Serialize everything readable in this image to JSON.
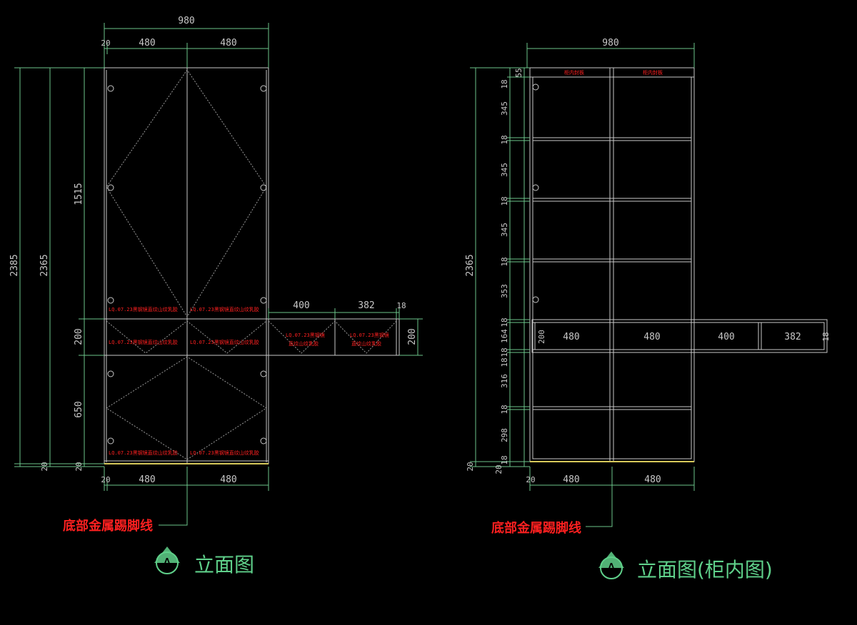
{
  "colors": {
    "background": "#000000",
    "line": "#c8c8c8",
    "dimension": "#6cc58a",
    "red_label": "#ff2020",
    "title": "#5fd08a",
    "kick": "#d6c85a"
  },
  "left_view": {
    "top_dims": {
      "total": "980",
      "edge": "20",
      "left_half": "480",
      "right_half": "480"
    },
    "left_dims": {
      "overall_outer": "2385",
      "overall_inner": "2365",
      "upper": "1515",
      "middle": "200",
      "lower": "650",
      "bottom_a": "20",
      "bottom_b": "20"
    },
    "side_box": {
      "width_a": "400",
      "width_b": "382",
      "end": "18",
      "height": "200"
    },
    "bottom_dims": {
      "edge": "20",
      "left_half": "480",
      "right_half": "480"
    },
    "labels": {
      "upper_left": "LQ.07.23黑钢镜直纹山纹乳胶",
      "upper_right": "LQ.07.23黑钢镜直纹山纹乳胶",
      "mid_left": "LQ.07.23黑钢镜直纹山纹乳胶",
      "mid_right": "LQ.07.23黑钢镜直纹山纹乳胶",
      "box_left_1": "LQ.07.23黑钢镜",
      "box_left_2": "直纹山纹乳胶",
      "box_right_1": "LQ.07.23黑钢镜",
      "box_right_2": "直纹山纹乳胶",
      "bottom_left": "LQ.07.23黑钢镜直纹山纹乳胶",
      "bottom_right": "LQ.07.23黑钢镜直纹山纹乳胶"
    },
    "kick_label": "底部金属踢脚线",
    "title_letter": "A",
    "title": "立面图"
  },
  "right_view": {
    "top_dims": {
      "total": "980"
    },
    "top_labels": {
      "left": "柜内封板",
      "right": "柜内封板"
    },
    "left_dims": {
      "overall": "2365",
      "d55": "55",
      "d18a": "18",
      "d345a": "345",
      "d18b": "18",
      "d345b": "345",
      "d18c": "18",
      "d345c": "345",
      "d18d": "18",
      "d353": "353",
      "d18e": "18",
      "d164": "164",
      "d18f": "18",
      "d18g": "18",
      "d316": "316",
      "d18h": "18",
      "d298": "298",
      "d18i": "18",
      "d20a": "20",
      "d20b": "20"
    },
    "shelf_dims": {
      "h": "200",
      "w1": "480",
      "w2": "480",
      "w3": "400",
      "w4": "382",
      "end": "18"
    },
    "bottom_dims": {
      "edge": "20",
      "left_half": "480",
      "right_half": "480"
    },
    "kick_label": "底部金属踢脚线",
    "title_letter": "A",
    "title": "立面图(柜内图)"
  }
}
